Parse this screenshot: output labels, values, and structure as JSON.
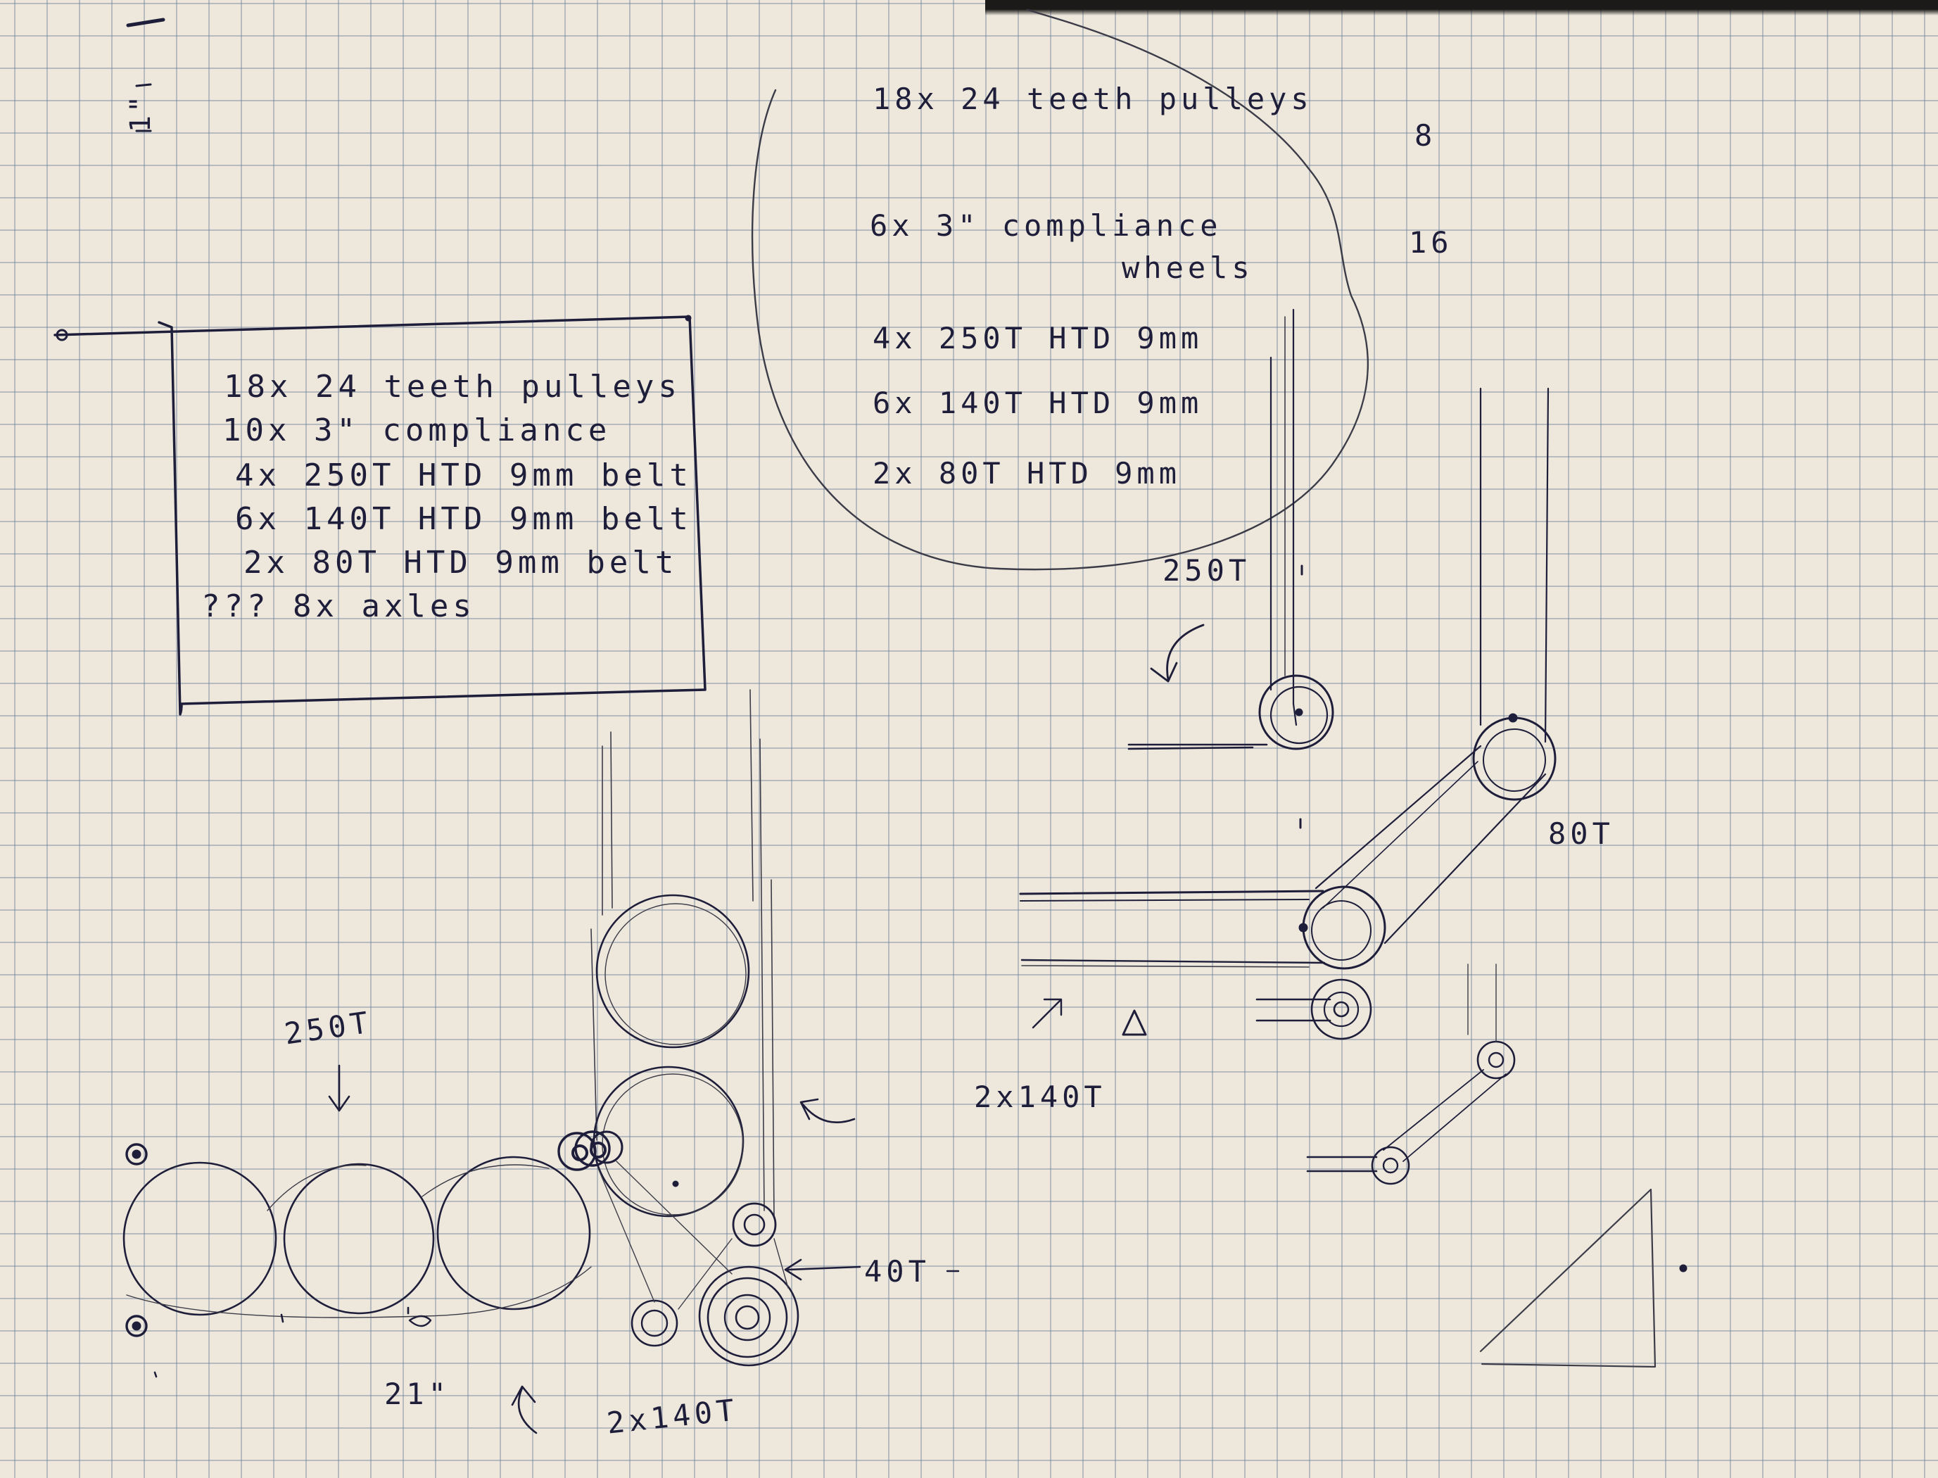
{
  "scale_label": "1\"",
  "box_list": {
    "items": [
      "18x 24 teeth pulleys",
      "10x 3\" compliance",
      "4x 250T HTD 9mm belt",
      "6x 140T HTD 9mm belt",
      "2x 80T HTD 9mm belt",
      "8x axles"
    ],
    "prefix_mark": "???"
  },
  "cloud_list": {
    "items": [
      "18x 24 teeth pulleys",
      "6x 3\" compliance",
      "wheels",
      "4x 250T HTD 9mm",
      "6x 140T HTD 9mm",
      "2x 80T HTD 9mm"
    ],
    "side_counts": [
      "8",
      "16"
    ]
  },
  "labels": {
    "belt_250_right": "250T",
    "belt_80_right": "80T",
    "belt_140_right": "2x140T",
    "belt_250_left": "250T",
    "belt_40_left": "40T",
    "belt_140_left": "2x140T",
    "length_21": "21\""
  },
  "colors": {
    "ink": "#1e1e3a",
    "pencil": "#3c3c48",
    "paper": "#ede7dc",
    "grid": "#5f7391"
  }
}
